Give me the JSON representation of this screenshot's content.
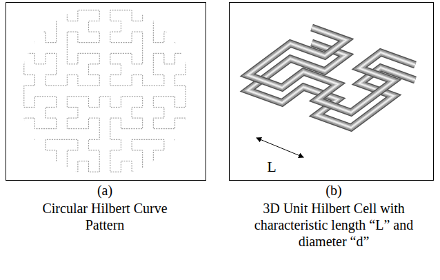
{
  "diagram": {
    "labels": [
      "L",
      "(a)",
      "(b)",
      "Circular Hilbert Curve Pattern",
      "3D Unit Hilbert Cell with characteristic length “L” and diameter “d”"
    ]
  }
}
